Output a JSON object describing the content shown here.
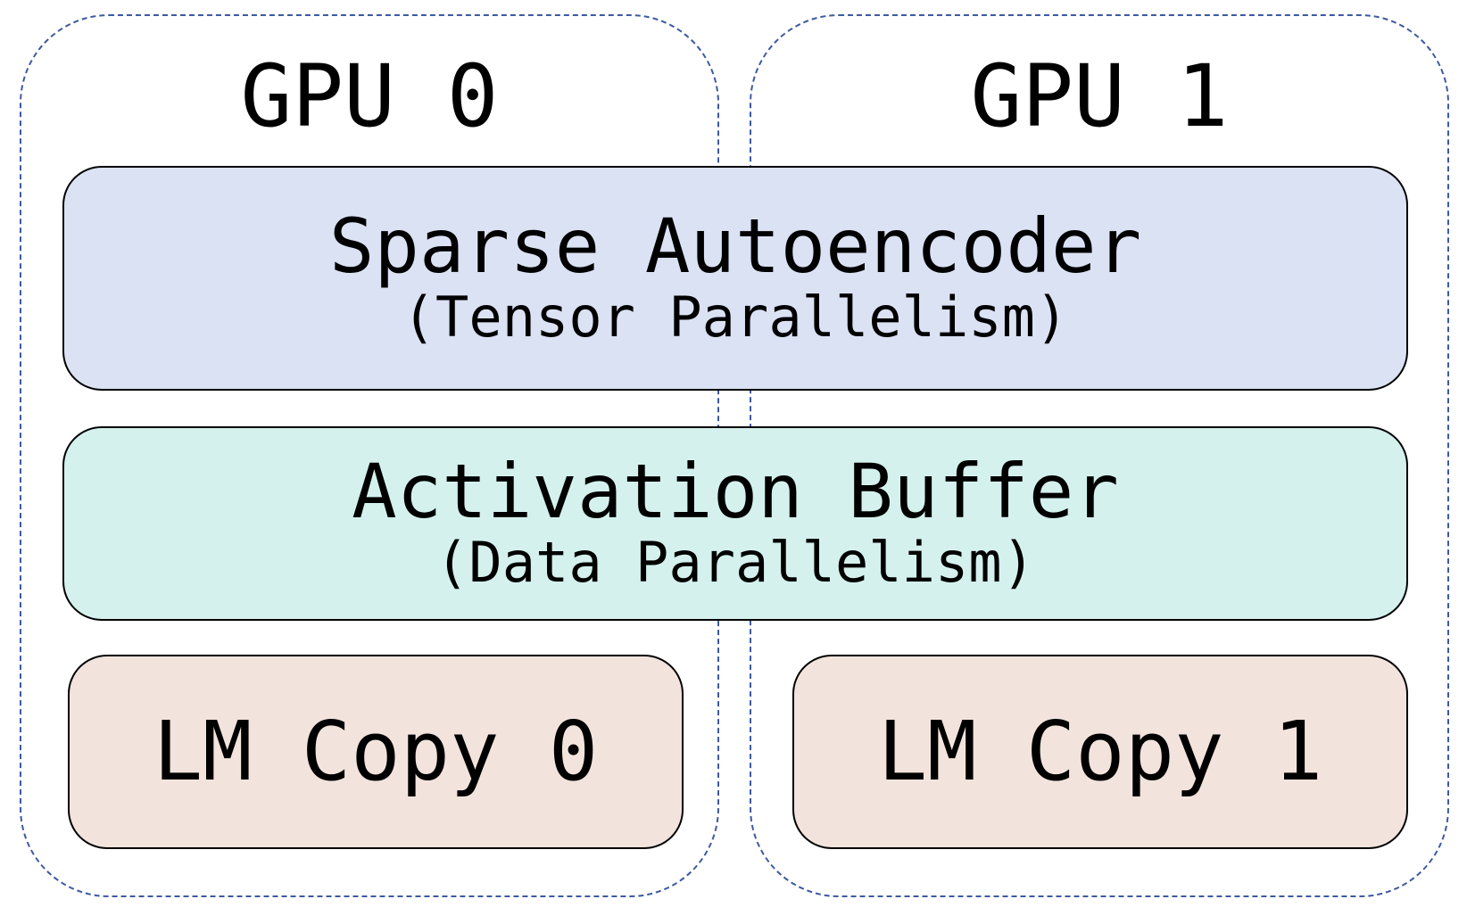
{
  "gpus": [
    {
      "label": "GPU 0"
    },
    {
      "label": "GPU 1"
    }
  ],
  "sae": {
    "title": "Sparse Autoencoder",
    "subtitle": "(Tensor Parallelism)"
  },
  "buffer": {
    "title": "Activation Buffer",
    "subtitle": "(Data Parallelism)"
  },
  "lm_copies": [
    {
      "label": "LM Copy 0"
    },
    {
      "label": "LM Copy 1"
    }
  ],
  "colors": {
    "gpu_border": "#3d5aa0",
    "sae_fill": "#dbe2f4",
    "buffer_fill": "#d4f1ee",
    "lm_fill": "#f2e4dd",
    "block_border": "#000000"
  }
}
